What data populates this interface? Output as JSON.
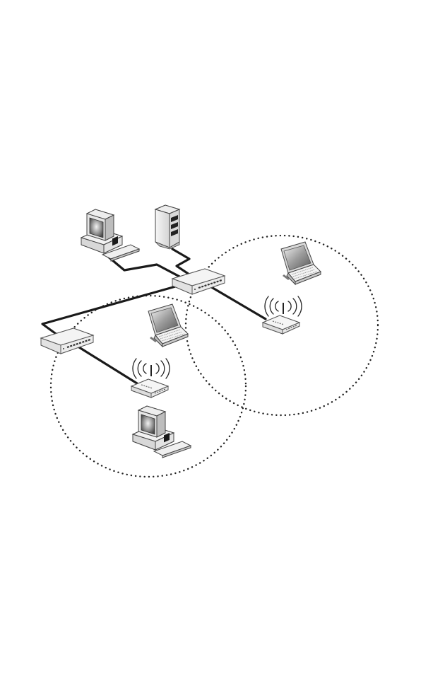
{
  "diagram": {
    "nodes": [
      {
        "id": "desktop-top",
        "kind": "desktop-pc",
        "icon": "desktop-computer-icon"
      },
      {
        "id": "server-tower",
        "kind": "tower-server",
        "icon": "server-tower-icon"
      },
      {
        "id": "hub-main",
        "kind": "network-switch",
        "icon": "network-switch-icon"
      },
      {
        "id": "hub-secondary",
        "kind": "network-switch",
        "icon": "network-switch-icon"
      },
      {
        "id": "access-point-right",
        "kind": "wireless-access-point",
        "icon": "wireless-access-point-icon"
      },
      {
        "id": "access-point-left",
        "kind": "wireless-access-point",
        "icon": "wireless-access-point-icon"
      },
      {
        "id": "laptop-right",
        "kind": "laptop",
        "icon": "laptop-icon"
      },
      {
        "id": "laptop-middle",
        "kind": "laptop",
        "icon": "laptop-icon"
      },
      {
        "id": "desktop-bottom",
        "kind": "desktop-pc",
        "icon": "desktop-computer-icon"
      }
    ],
    "links": [
      {
        "from": "desktop-top",
        "to": "hub-main",
        "type": "wired"
      },
      {
        "from": "server-tower",
        "to": "hub-main",
        "type": "wired"
      },
      {
        "from": "hub-main",
        "to": "hub-secondary",
        "type": "wired"
      },
      {
        "from": "hub-main",
        "to": "access-point-right",
        "type": "wired"
      },
      {
        "from": "hub-secondary",
        "to": "access-point-left",
        "type": "wired"
      }
    ],
    "coverage_areas": [
      {
        "id": "coverage-right",
        "access_point": "access-point-right",
        "style": "dotted"
      },
      {
        "id": "coverage-left",
        "access_point": "access-point-left",
        "style": "dotted"
      }
    ]
  },
  "colors": {
    "cable": "#1a1a1a",
    "device_body": "#e9e9e9",
    "device_shadow": "#bdbdbd",
    "screen": "#6f6f6f"
  }
}
